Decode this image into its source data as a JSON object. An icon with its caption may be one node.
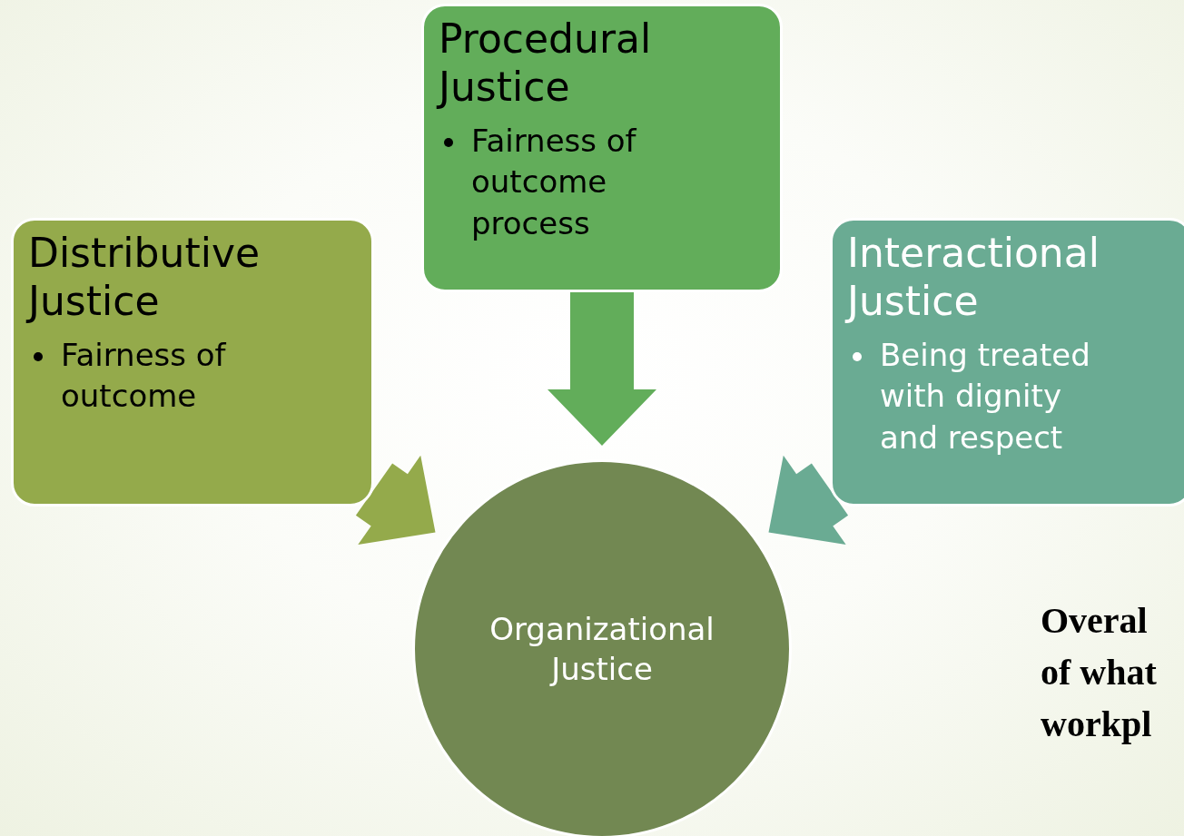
{
  "diagram": {
    "nodes": [
      {
        "text": [
          "Distributive Justice",
          "Fairness of outcome"
        ]
      },
      {
        "text": [
          "Procedural Justice",
          "Fairness of outcome process"
        ]
      },
      {
        "text": [
          "Interactional Justice",
          "Being treated with dignity and respect"
        ]
      },
      {
        "text": [
          "Organizational Justice"
        ]
      }
    ],
    "edges": [
      {
        "from": 0,
        "to": 3,
        "arrow": "to",
        "style": "thick",
        "color": "#94aa4b"
      },
      {
        "from": 1,
        "to": 3,
        "arrow": "to",
        "style": "thick",
        "color": "#62ad5a"
      },
      {
        "from": 2,
        "to": 3,
        "arrow": "to",
        "style": "thick",
        "color": "#6aab93"
      }
    ],
    "labels": [
      "Overal",
      "of what",
      "workpl"
    ]
  }
}
